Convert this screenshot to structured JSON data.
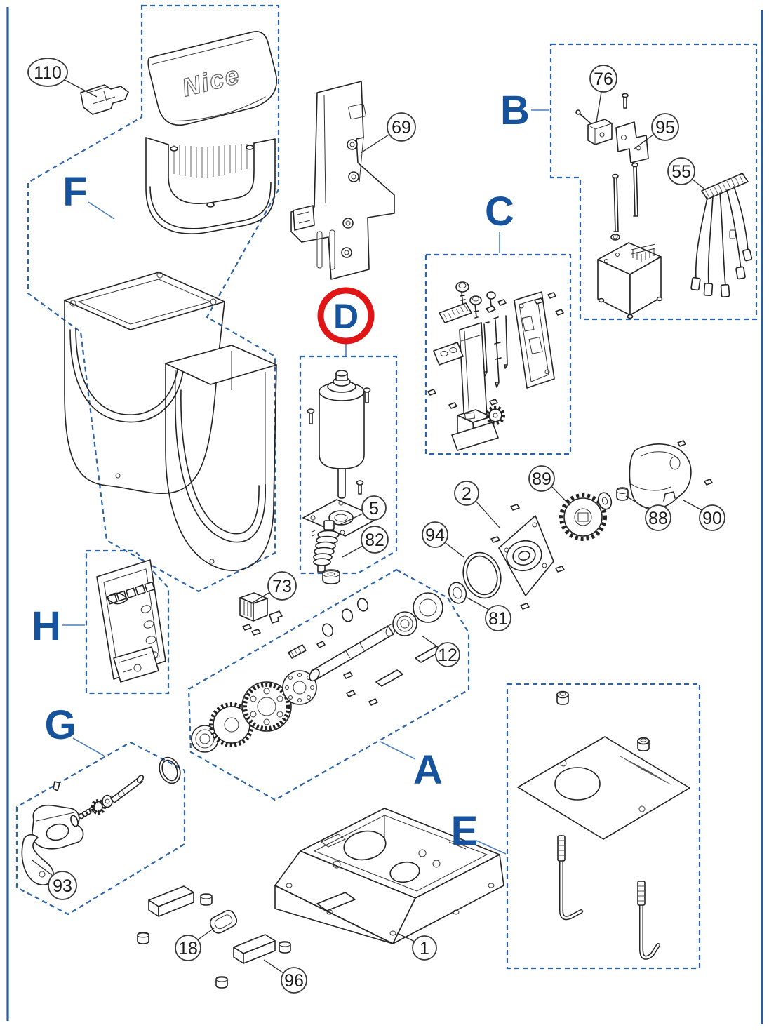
{
  "brand_text": "Nice",
  "colors": {
    "group_label_blue": "#17529c",
    "dashed_box_blue": "#2e63a6",
    "page_border_blue": "#2a5d9f",
    "highlight_red": "#e01616",
    "line_art_black": "#222222",
    "background": "#ffffff"
  },
  "groups": [
    {
      "label": "F"
    },
    {
      "label": "B"
    },
    {
      "label": "C"
    },
    {
      "label": "D",
      "highlighted": true
    },
    {
      "label": "A"
    },
    {
      "label": "E"
    },
    {
      "label": "G"
    },
    {
      "label": "H"
    }
  ],
  "callouts": [
    {
      "number": "110"
    },
    {
      "number": "69"
    },
    {
      "number": "76"
    },
    {
      "number": "95"
    },
    {
      "number": "55"
    },
    {
      "number": "5"
    },
    {
      "number": "82"
    },
    {
      "number": "73"
    },
    {
      "number": "2"
    },
    {
      "number": "89"
    },
    {
      "number": "88"
    },
    {
      "number": "90"
    },
    {
      "number": "94"
    },
    {
      "number": "81"
    },
    {
      "number": "12"
    },
    {
      "number": "93"
    },
    {
      "number": "1"
    },
    {
      "number": "18"
    },
    {
      "number": "96"
    }
  ]
}
